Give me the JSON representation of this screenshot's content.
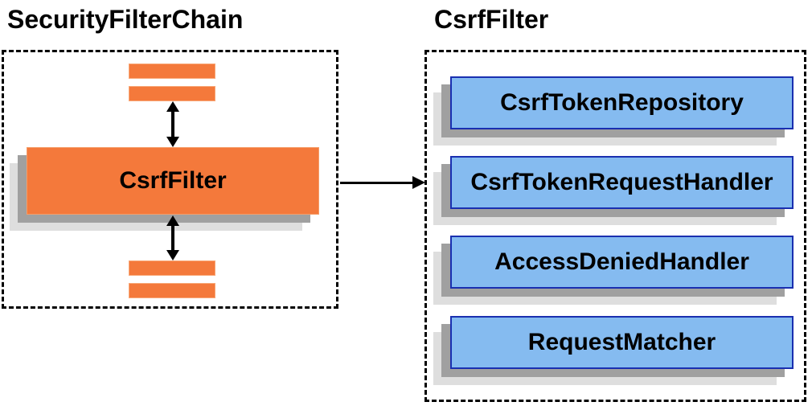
{
  "left_panel": {
    "title": "SecurityFilterChain",
    "filter_box_label": "CsrfFilter",
    "anonymous_filter_bars_count": 4
  },
  "right_panel": {
    "title": "CsrfFilter",
    "components": [
      "CsrfTokenRepository",
      "CsrfTokenRequestHandler",
      "AccessDeniedHandler",
      "RequestMatcher"
    ]
  },
  "colors": {
    "filter_fill": "#F4793B",
    "filter_border": "#F59D69",
    "component_fill": "#85BBF0",
    "component_border": "#1A2FB0",
    "shadow_dark": "#A0A0A0",
    "shadow_light": "#DEDEDE",
    "container_border": "#000000",
    "arrow": "#000000",
    "text": "#000000",
    "background": "#FFFFFF"
  }
}
